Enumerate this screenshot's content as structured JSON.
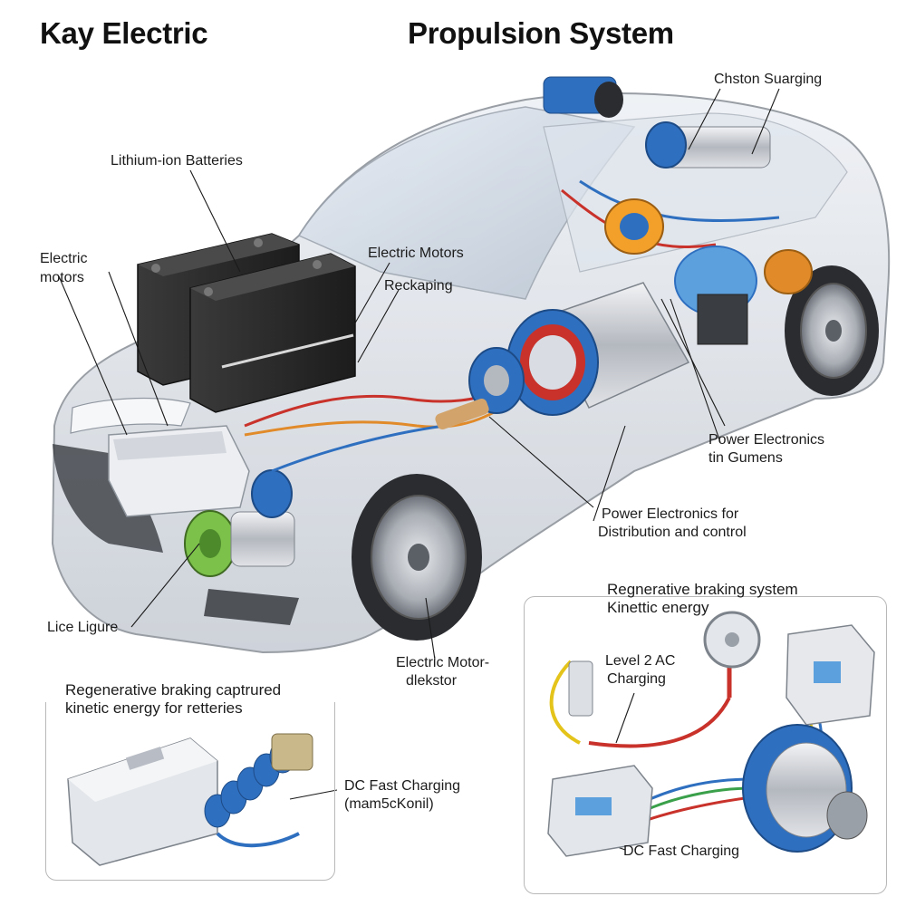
{
  "titles": {
    "left": "Kay Electric",
    "right": "Propulsion System"
  },
  "callouts": {
    "chston_surging": "Chston Suarging",
    "lithium_batteries": "Lithium-ion Batteries",
    "electric_motors_left": [
      "Electric",
      "motors"
    ],
    "electric_motors_center": "Electric Motors",
    "reckaping": "Reckaping",
    "power_electronics_gumens": [
      "Power Electronics",
      "tin Gumens"
    ],
    "power_electronics_distribution": [
      "Power Electronics for",
      "Distribution and control"
    ],
    "lice_ligure": "Lice Ligure",
    "electric_motor_diekstor": [
      "Electric Motor-",
      "dlekstor"
    ]
  },
  "panel_left": {
    "heading": [
      "Regenerative braking captrured",
      "kinetic energy for retteries"
    ],
    "dc_fast_charging": [
      "DC Fast Charging",
      "(mam5cKonil)"
    ]
  },
  "panel_right": {
    "heading": [
      "Regnerative braking system",
      "Kinettic energy"
    ],
    "level2": [
      "Level 2 AC",
      "Charging"
    ],
    "dc_fast_charging": "DC Fast Charging"
  },
  "colors": {
    "battery": "#2b2b2b",
    "motor_blue": "#2f6fc0",
    "motor_green": "#7cc24a",
    "wire_red": "#c8322a",
    "wire_orange": "#e08a2a",
    "car_body": "#d9dde3"
  }
}
